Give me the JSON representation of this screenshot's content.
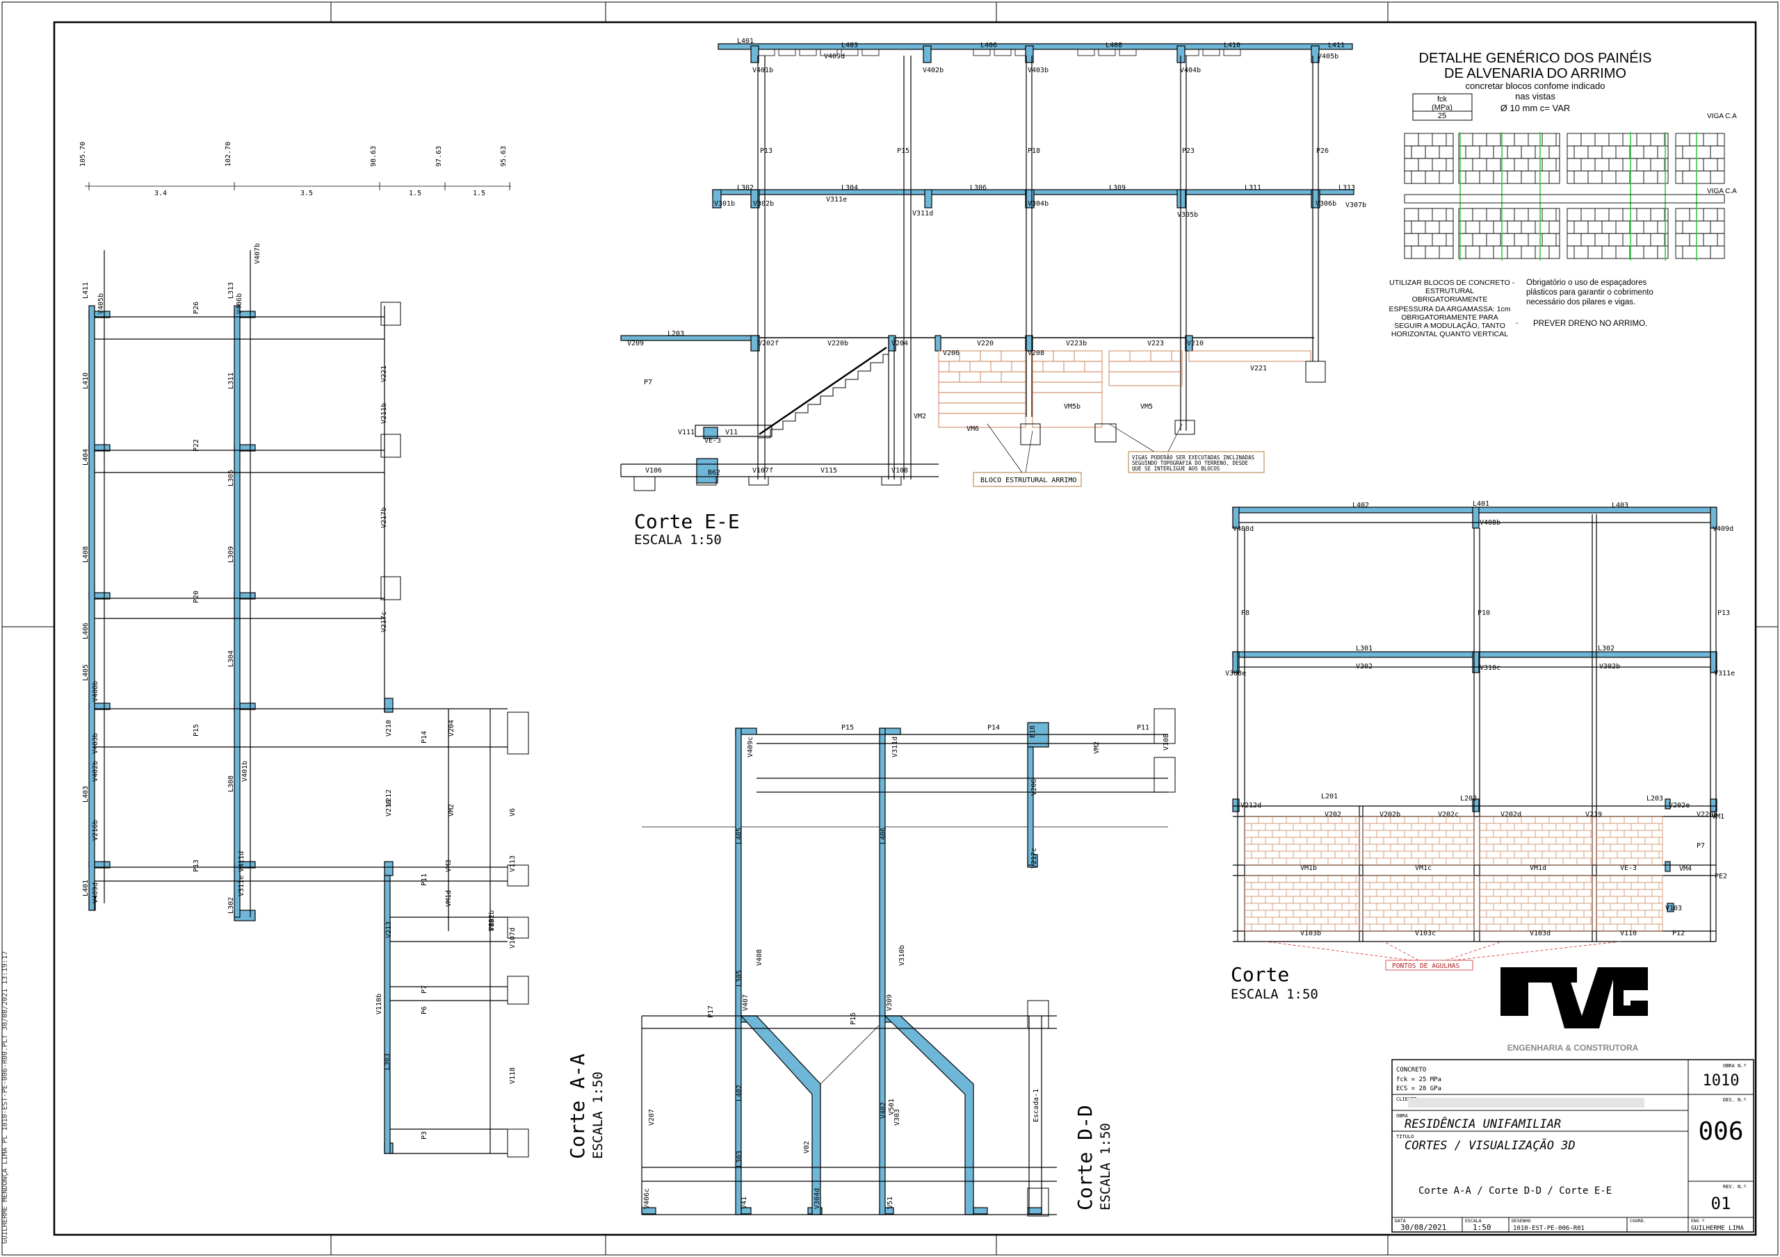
{
  "side_note": "GUILHERME MENDONÇA LIMA PL 1010-EST-PE-006-R00.PLT 30/08/2021 13:19:17",
  "views": {
    "corte_ee": {
      "title": "Corte E-E",
      "scale": "ESCALA 1:50"
    },
    "corte": {
      "title": "Corte",
      "scale": "ESCALA 1:50"
    },
    "corte_aa": {
      "title": "Corte A-A",
      "scale": "ESCALA 1:50"
    },
    "corte_dd": {
      "title": "Corte D-D",
      "scale": "ESCALA 1:50"
    }
  },
  "detail": {
    "title_line1": "DETALHE GENÉRICO DOS PAINÉIS",
    "title_line2": "DE ALVENARIA DO ARRIMO",
    "note_line1": "concretar blocos confome indicado",
    "note_line2": "nas vistas",
    "bar_spec": "Ø 10 mm c= VAR",
    "fck_label": "fck",
    "fck_unit": "(MPa)",
    "fck_value": "25",
    "beam_label_top": "VIGA C.A",
    "beam_label_mid": "VIGA C.A",
    "note_left": [
      "UTILIZAR BLOCOS DE CONCRETO",
      "ESTRUTURAL",
      "OBRIGATORIAMENTE",
      "ESPESSURA DA ARGAMASSA: 1cm",
      "OBRIGATORIAMENTE PARA",
      "SEGUIR A MODULAÇÃO, TANTO",
      "HORIZONTAL QUANTO VERTICAL"
    ],
    "note_right": [
      "Obrigatório o uso de espaçadores",
      "plásticos para garantir o cobrimento",
      "necessário dos pilares e vigas."
    ],
    "note_drain": "PREVER DRENO NO ARRIMO."
  },
  "callouts": {
    "bloco": "BLOCO ESTRUTURAL ARRIMO",
    "vigas": [
      "VIGAS PODERÃO SER EXECUTADAS INCLINADAS",
      "SEGUINDO TOPOGRAFIA DO TERRENO, DESDE",
      "QUE SE INTERLIGUE AOS BLOCOS"
    ],
    "agulhas": "PONTOS DE AGULHAS"
  },
  "labels_ee": [
    "L401",
    "L403",
    "L406",
    "L408",
    "L410",
    "L411",
    "V409d",
    "V401b",
    "V402b",
    "V403b",
    "V404b",
    "V405b",
    "P13",
    "P15",
    "P18",
    "P23",
    "P26",
    "L302",
    "L304",
    "L306",
    "L309",
    "L311",
    "L313",
    "V301b",
    "V302b",
    "V311e",
    "V304b",
    "V305b",
    "V306b",
    "V307b",
    "V311d",
    "L203",
    "V209",
    "V202f",
    "V220b",
    "V204",
    "V206",
    "V220",
    "V208",
    "V223b",
    "V223",
    "V210",
    "V221",
    "P7",
    "VM2",
    "VM5b",
    "VM5",
    "VM6",
    "V111",
    "V11",
    "VE-3",
    "V106",
    "B62",
    "V107f",
    "V115",
    "V108"
  ],
  "labels_corte": [
    "L402",
    "L401",
    "L403",
    "V408d",
    "V408b",
    "V409d",
    "P8",
    "P10",
    "P13",
    "L301",
    "L302",
    "V308e",
    "V302",
    "V310c",
    "V302b",
    "V311e",
    "L201",
    "L202",
    "L203",
    "V212d",
    "V202",
    "V202b",
    "V202c",
    "V202d",
    "V219",
    "V202e",
    "V220b",
    "VM1",
    "VM1b",
    "VM1c",
    "VM1d",
    "VE-3",
    "VM4",
    "PE2",
    "V103",
    "V103b",
    "V103c",
    "V103d",
    "V110",
    "P12",
    "P7"
  ],
  "labels_aa": [
    "L411",
    "L410",
    "L404",
    "L408",
    "L403",
    "L406",
    "L405",
    "L401",
    "L313",
    "L311",
    "L305",
    "L309",
    "L304",
    "L308",
    "L302",
    "V405b",
    "V407b",
    "V406b",
    "P26",
    "P22",
    "P20",
    "P15",
    "P13",
    "P11",
    "P14",
    "P7",
    "P6",
    "P3",
    "V221",
    "V211b",
    "V217b",
    "V217c",
    "V212",
    "V213",
    "V219",
    "V210",
    "V204",
    "VM2",
    "VM3",
    "VM1d",
    "V6",
    "V113",
    "V107d",
    "V118",
    "V110b",
    "L303",
    "V216b",
    "V403b",
    "V408b",
    "V402b",
    "V409d",
    "V401b",
    "V411d",
    "V311e",
    "V302b",
    "V402",
    "PE2"
  ],
  "labels_dd": [
    "V409c",
    "V311d",
    "P15",
    "P14",
    "P17",
    "P16",
    "P11",
    "B18",
    "VM2",
    "V206",
    "V217c",
    "V108",
    "L405",
    "L406",
    "L305",
    "V408",
    "V310b",
    "V407",
    "V309",
    "L402",
    "L303",
    "V402",
    "V303",
    "V501",
    "V207",
    "Escada-1",
    "V02",
    "V406c",
    "V41",
    "V304d",
    "V51"
  ],
  "levels_aa": [
    "105.70",
    "102.70",
    "98.63",
    "97.63",
    "95.63"
  ],
  "dims_aa": [
    "3.4",
    "3.5",
    "1.5",
    "1.5"
  ],
  "title_block": {
    "obra_label": "OBRA N.º",
    "obra_value": "1010",
    "concreto_label": "CONCRETO",
    "fck_line": "fck = 25 MPa",
    "ecs_line": "ECS = 28 GPa",
    "cliente_label": "CLIENTE",
    "des_label": "DES. N.º",
    "des_value": "006",
    "obra_title_label": "OBRA",
    "obra_title": "RESIDÊNCIA UNIFAMILIAR",
    "titulo_label": "TITULO",
    "titulo": "CORTES / VISUALIZAÇÃO 3D",
    "subtitle": "Corte A-A / Corte D-D / Corte E-E",
    "rev_label": "REV. N.º",
    "rev_value": "01",
    "data_label": "DATA",
    "data_value": "30/08/2021",
    "escala_label": "ESCALA",
    "escala_value": "1:50",
    "desenho_label": "DESENHO",
    "desenho_value": "1010-EST-PE-006-R01",
    "coord_label": "COORD.",
    "eng_label": "ENG º",
    "eng_value": "GUILHERME LIMA"
  },
  "logo": {
    "text": "ENGENHARIA & CONSTRUTORA"
  },
  "colors": {
    "column_fill": "#6fb7d9",
    "brick": "#c8794a",
    "rebar": "#39c64a",
    "callout": "#b07a3a",
    "agulha": "#cc2a2a"
  }
}
